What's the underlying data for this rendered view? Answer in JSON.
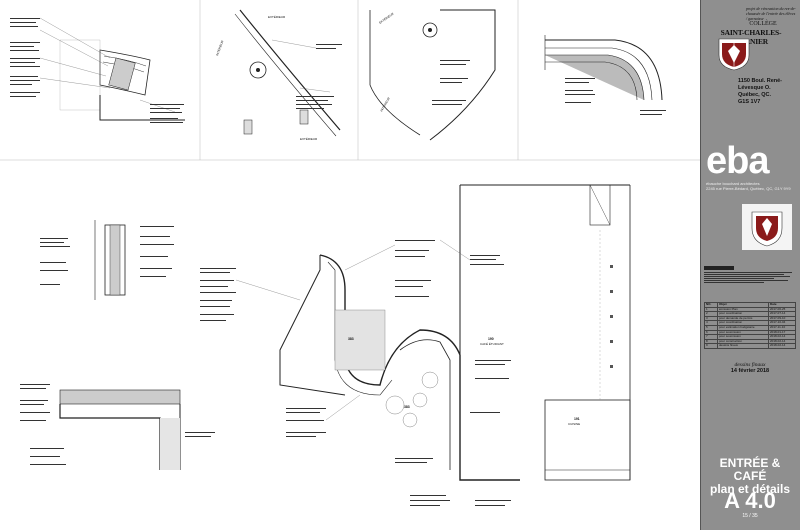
{
  "drawing": {
    "labels": {
      "exterieur_1": "EXTÉRIEUR",
      "exterieur_2": "EXTÉRIEUR",
      "exterieur_3": "EXTÉRIEUR",
      "interieur_1": "INTÉRIEUR",
      "interieur_2": "INTÉRIEUR",
      "cafe_room": "CAFÉ ÉTUDIANT",
      "cafe_num": "190",
      "room_a": "383",
      "room_b": "383",
      "cuisine": "CUISINE",
      "cuisine_num": "191"
    }
  },
  "titleblock": {
    "project_note": "projet de rénovation du rez-de-chaussée de l'entrée des élèves / garnaisse",
    "school_line1": "COLLÈGE",
    "school_line2": "SAINT-CHARLES-GARNIER",
    "address": [
      "1150 Boul. René-Lévesque O.",
      "Québec, QC.",
      "G1S 1V7"
    ],
    "firm_logo": "eba",
    "firm_name": "ébauche  bouchard  architectes",
    "firm_contact": "2245 rue  Pierre-Bédard, Québec, QC, G1Y 9Y9",
    "stage": "dessins finaux",
    "date": "14 février 2018",
    "sheet_title_1": "ENTRÉE & CAFÉ",
    "sheet_title_2": "plan et détails",
    "sheet_number": "A 4.0",
    "page": "15 / 35",
    "revisions": {
      "headers": [
        "NO.",
        "Objet",
        "Date"
      ],
      "rows": [
        [
          "1",
          "émission Plan",
          "2017-06-25"
        ],
        [
          "2",
          "pour coordination",
          "2017-07-14"
        ],
        [
          "3",
          "pour demande de permis",
          "2017-09-10"
        ],
        [
          "4",
          "pour coordination",
          "2017-10-04"
        ],
        [
          "5",
          "pour estimation budgétaire",
          "2017-11-10"
        ],
        [
          "6",
          "pour soumission",
          "2018-01-17"
        ],
        [
          "7",
          "pour soumission",
          "2018-02-14"
        ],
        [
          "8",
          "pour construction",
          "2018-02-14"
        ],
        [
          "9",
          "dessins finaux",
          "2018-02-14"
        ]
      ]
    }
  }
}
